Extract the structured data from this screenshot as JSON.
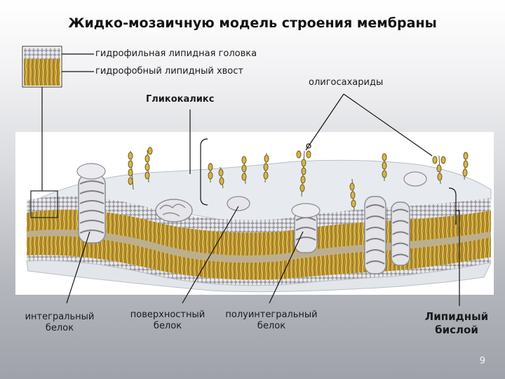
{
  "slide": {
    "title": "Жидко-мозаичную модель строения мембраны",
    "page_number": "9"
  },
  "labels": {
    "hydrophilic_head": "гидрофильная липидная головка",
    "hydrophobic_tail": "гидрофобный липидный хвост",
    "oligosaccharides": "олигосахариды",
    "glycocalyx": "Гликокаликс",
    "integral_protein": "интегральный белок",
    "surface_protein": "поверхностный белок",
    "semi_integral_protein": "полуинтегральный белок",
    "lipid_bilayer": "Липидный бислой"
  },
  "colors": {
    "lipid_head": "#d8d8dc",
    "lipid_tail": "#c9a43a",
    "protein": "#e4e4e8",
    "background_top": "#ffffff",
    "background_bottom": "#9fa2aa"
  }
}
